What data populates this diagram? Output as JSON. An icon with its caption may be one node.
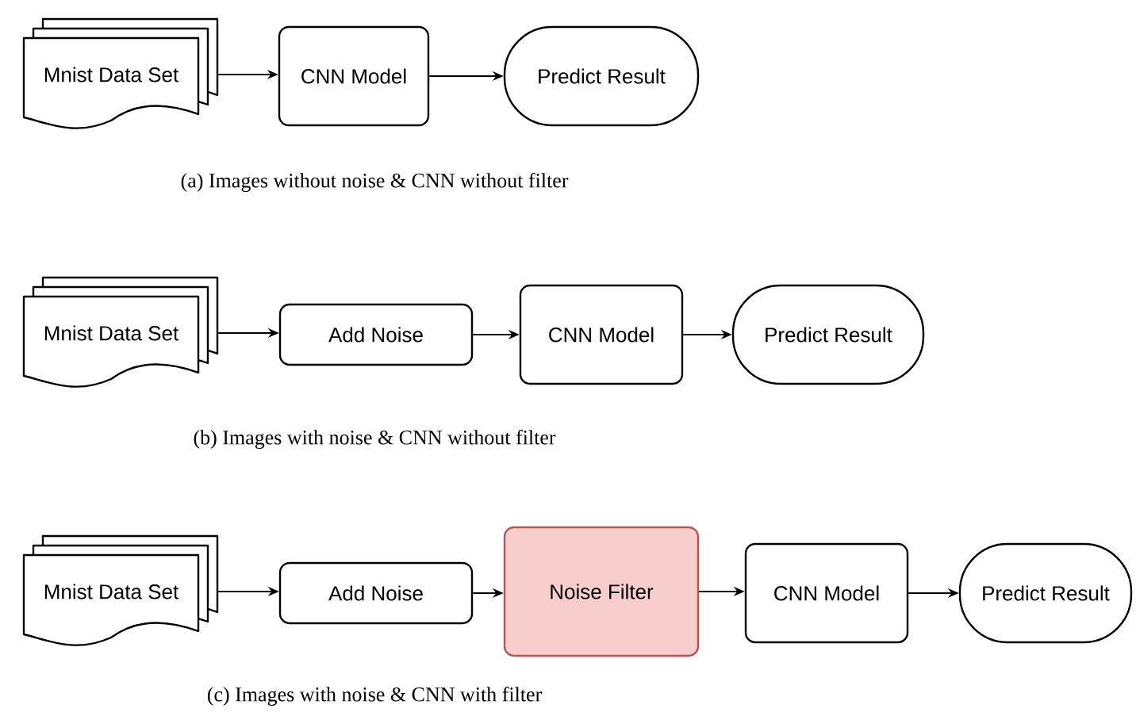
{
  "diagram": {
    "nodes": [
      {
        "text": [
          "Mnist Data Set"
        ]
      },
      {
        "text": [
          "CNN Model"
        ]
      },
      {
        "text": [
          "Predict Result"
        ]
      },
      {
        "text": [
          "Mnist Data Set"
        ]
      },
      {
        "text": [
          "Add Noise"
        ]
      },
      {
        "text": [
          "CNN Model"
        ]
      },
      {
        "text": [
          "Predict Result"
        ]
      },
      {
        "text": [
          "Mnist Data Set"
        ]
      },
      {
        "text": [
          "Add Noise"
        ]
      },
      {
        "text": [
          "Noise Filter"
        ]
      },
      {
        "text": [
          "CNN Model"
        ]
      },
      {
        "text": [
          "Predict Result"
        ]
      }
    ],
    "edges": [
      {
        "from": 0,
        "to": 1,
        "arrow": "to"
      },
      {
        "from": 1,
        "to": 2,
        "arrow": "to"
      },
      {
        "from": 3,
        "to": 4,
        "arrow": "to"
      },
      {
        "from": 4,
        "to": 5,
        "arrow": "to"
      },
      {
        "from": 5,
        "to": 6,
        "arrow": "to"
      },
      {
        "from": 7,
        "to": 8,
        "arrow": "to"
      },
      {
        "from": 8,
        "to": 9,
        "arrow": "to"
      },
      {
        "from": 9,
        "to": 10,
        "arrow": "to"
      },
      {
        "from": 10,
        "to": 11,
        "arrow": "to"
      }
    ],
    "labels": [
      "(a) Images without noise & CNN without filter",
      "(b) Images with noise & CNN without filter",
      "(c) Images with noise & CNN with filter"
    ]
  }
}
